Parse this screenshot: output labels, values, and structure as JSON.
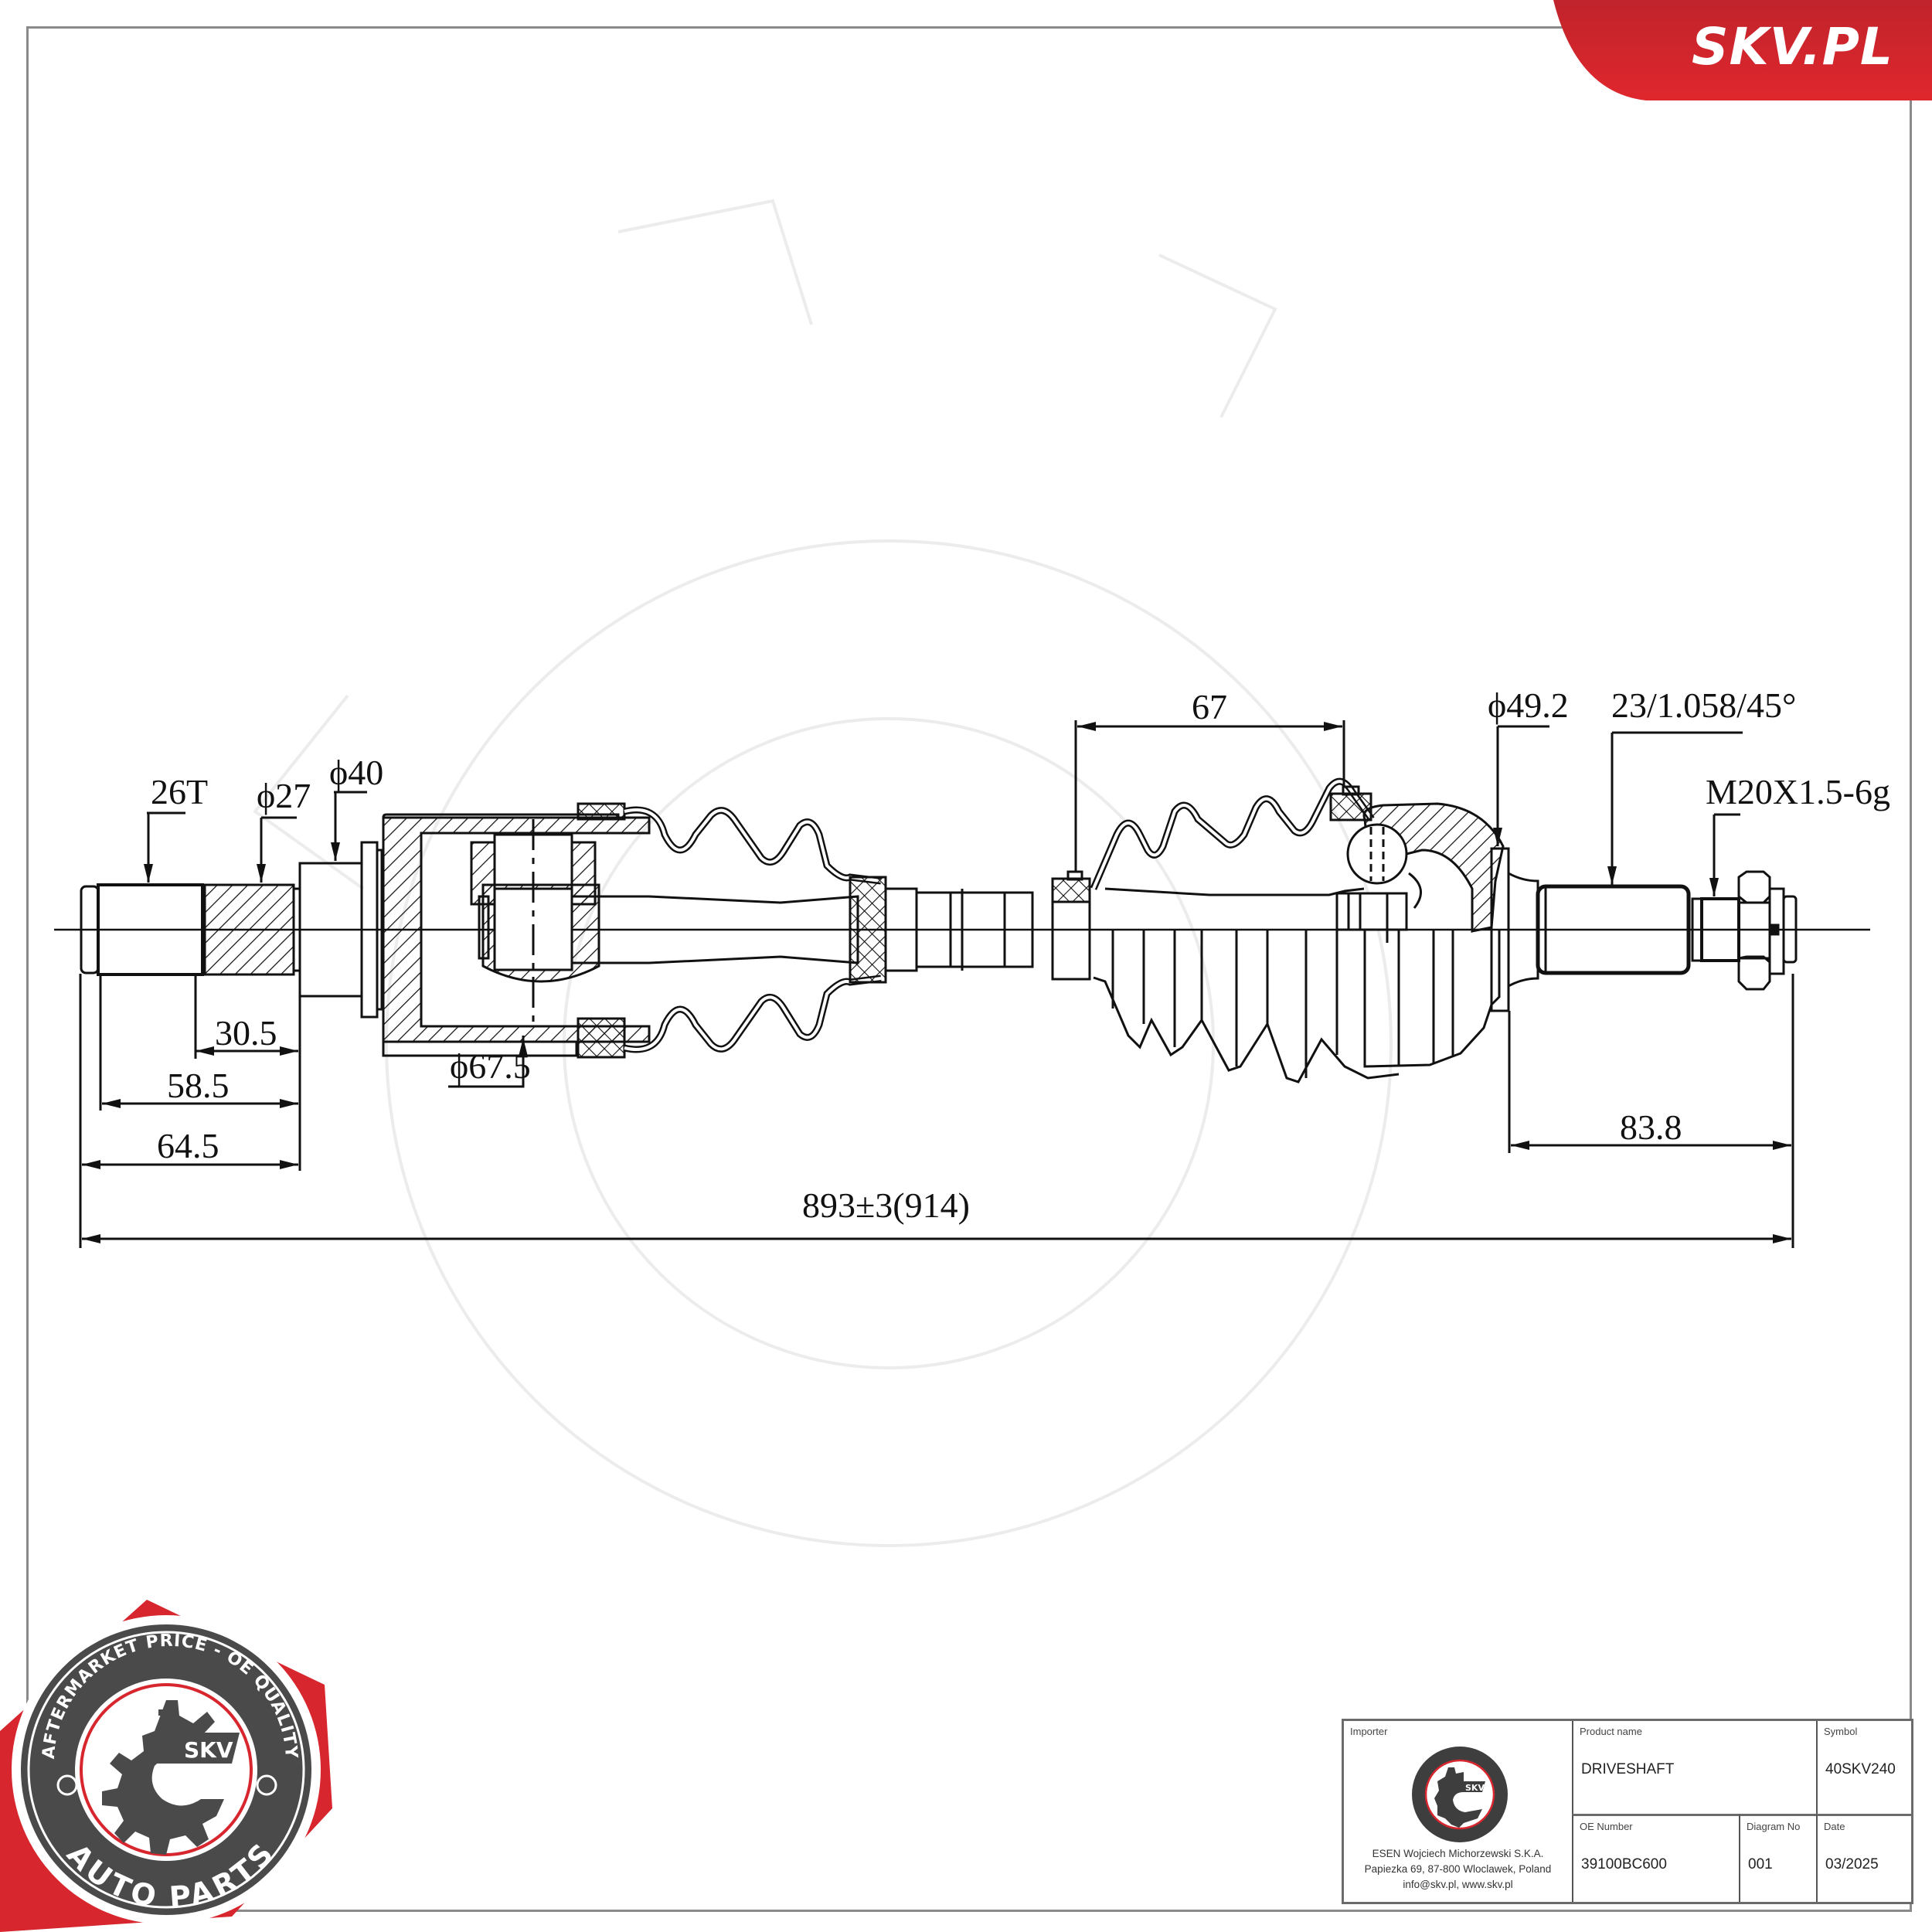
{
  "brand": {
    "site_label": "SKV.PL",
    "colors": {
      "red": "#d7262e",
      "dark_gray": "#4a4a4a",
      "frame_gray": "#8a8a8a",
      "line": "#111111"
    }
  },
  "logo": {
    "top_arc_text": "AFTERMARKET PRICE - OE QUALITY",
    "center_text": "SKV",
    "bottom_arc_text": "AUTO PARTS"
  },
  "drawing": {
    "subject": "Driveshaft technical drawing",
    "callouts": {
      "spline_teeth": "26T",
      "dia_27": "ϕ27",
      "dia_40": "ϕ40",
      "dia_67_5": "ϕ67.5",
      "dia_49_2": "ϕ49.2",
      "outer_spline": "23/1.058/45°",
      "thread": "M20X1.5-6g"
    },
    "dimensions": {
      "d_30_5": "30.5",
      "d_58_5": "58.5",
      "d_64_5": "64.5",
      "d_67": "67",
      "d_83_8": "83.8",
      "overall_length": "893±3(914)"
    }
  },
  "title_block": {
    "importer": {
      "label": "Importer",
      "company": "ESEN Wojciech Michorzewski S.K.A.",
      "address": "Papiezka 69, 87-800 Wloclawek,  Poland",
      "contact": "info@skv.pl, www.skv.pl"
    },
    "product_name": {
      "label": "Product name",
      "value": "DRIVESHAFT"
    },
    "symbol": {
      "label": "Symbol",
      "value": "40SKV240"
    },
    "oe_number": {
      "label": "OE Number",
      "value": "39100BC600"
    },
    "diagram_no": {
      "label": "Diagram No",
      "value": "001"
    },
    "date": {
      "label": "Date",
      "value": "03/2025"
    }
  }
}
